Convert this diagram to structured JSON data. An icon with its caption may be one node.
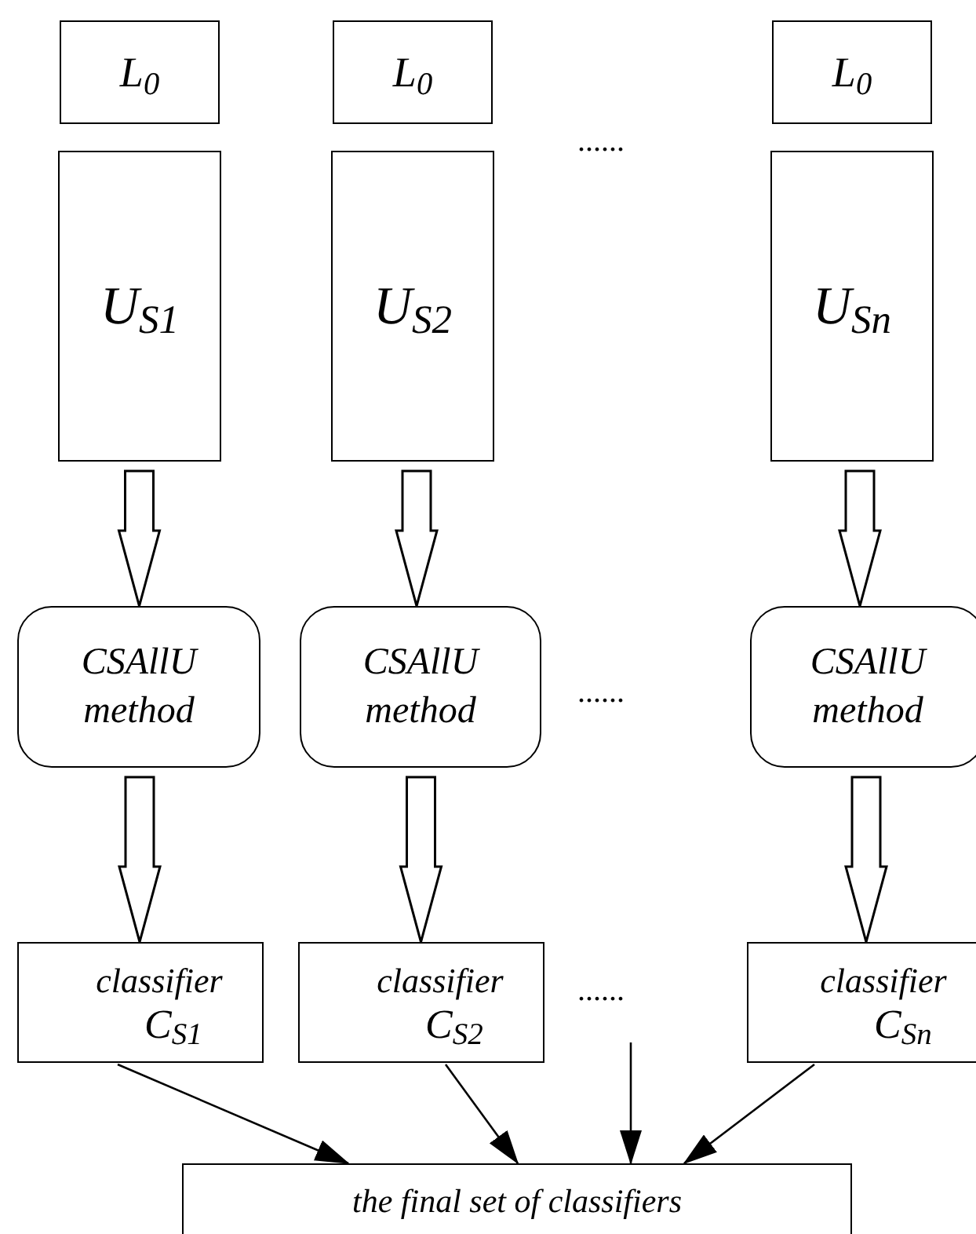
{
  "diagram": {
    "nodes": [
      {
        "text": [
          "L$_{0}$"
        ]
      },
      {
        "text": [
          "L$_{0}$"
        ]
      },
      {
        "text": [
          "L$_{0}$"
        ]
      },
      {
        "text": [
          "U$_{S1}$"
        ]
      },
      {
        "text": [
          "U$_{S2}$"
        ]
      },
      {
        "text": [
          "U$_{Sn}$"
        ]
      },
      {
        "text": [
          "CSAllU method"
        ]
      },
      {
        "text": [
          "CSAllU method"
        ]
      },
      {
        "text": [
          "CSAllU method"
        ]
      },
      {
        "text": [
          "classifier",
          "C$_{S1}$"
        ]
      },
      {
        "text": [
          "classifier",
          "C$_{S2}$"
        ]
      },
      {
        "text": [
          "classifier",
          "C$_{Sn}$"
        ]
      },
      {
        "text": [
          "the final set of classifiers"
        ]
      }
    ],
    "edges": [
      {
        "from": 3,
        "to": 6,
        "arrow": "to",
        "style": "thick"
      },
      {
        "from": 4,
        "to": 7,
        "arrow": "to",
        "style": "thick"
      },
      {
        "from": 5,
        "to": 8,
        "arrow": "to",
        "style": "thick"
      },
      {
        "from": 6,
        "to": 9,
        "arrow": "to",
        "style": "thick"
      },
      {
        "from": 7,
        "to": 10,
        "arrow": "to",
        "style": "thick"
      },
      {
        "from": 8,
        "to": 11,
        "arrow": "to",
        "style": "thick"
      },
      {
        "from": 9,
        "to": 12,
        "arrow": "to"
      },
      {
        "from": 10,
        "to": 12,
        "arrow": "to"
      },
      {
        "from": null,
        "to": 12,
        "arrow": "to"
      },
      {
        "from": 11,
        "to": 12,
        "arrow": "to"
      }
    ],
    "labels": [
      "......",
      "......",
      "......"
    ]
  }
}
